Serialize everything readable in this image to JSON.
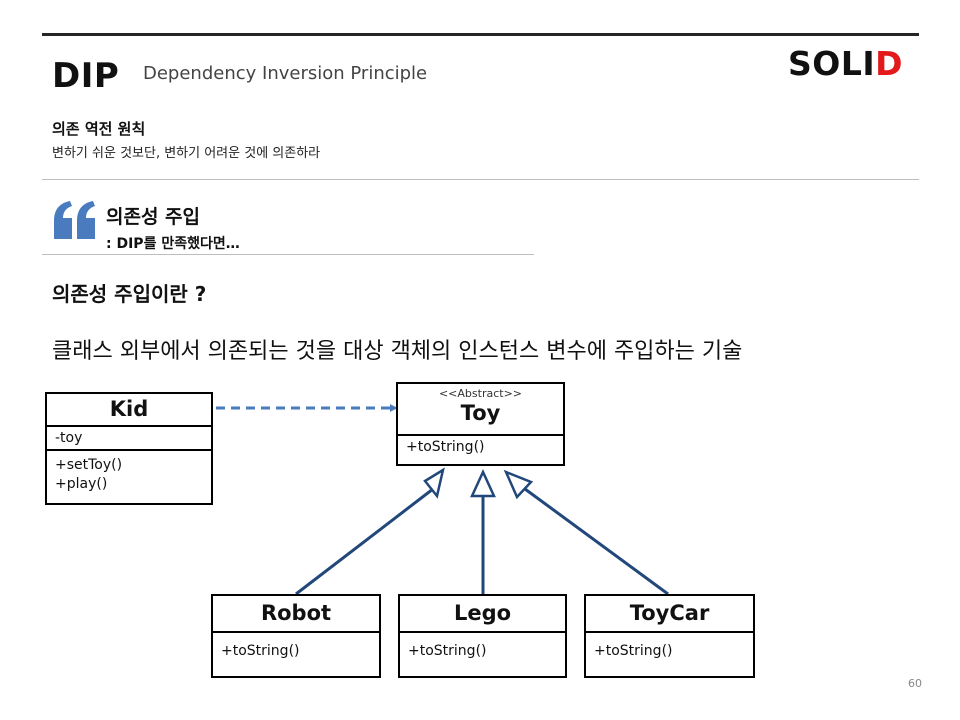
{
  "header": {
    "abbr": "DIP",
    "full_name": "Dependency Inversion Principle",
    "logo_prefix": "SOLI",
    "logo_highlight": "D"
  },
  "principle": {
    "title": "의존 역전 원칙",
    "description": "변하기 쉬운 것보단, 변하기 어려운 것에 의존하라"
  },
  "section": {
    "title": "의존성 주입",
    "subtitle": ": DIP를 만족했다면…"
  },
  "question": "의존성 주입이란 ?",
  "definition": "클래스 외부에서 의존되는 것을 대상 객체의 인스턴스 변수에 주입하는 기술",
  "diagram": {
    "kid": {
      "name": "Kid",
      "attributes": [
        "-toy"
      ],
      "methods": [
        "+setToy()",
        "+play()"
      ]
    },
    "toy": {
      "stereotype": "<<Abstract>>",
      "name": "Toy",
      "methods": [
        "+toString()"
      ]
    },
    "robot": {
      "name": "Robot",
      "methods": [
        "+toString()"
      ]
    },
    "lego": {
      "name": "Lego",
      "methods": [
        "+toString()"
      ]
    },
    "toycar": {
      "name": "ToyCar",
      "methods": [
        "+toString()"
      ]
    },
    "colors": {
      "dependency": "#4a7bbf",
      "inheritance": "#22477a",
      "quote": "#4a7bbf"
    }
  },
  "page_number": "60"
}
